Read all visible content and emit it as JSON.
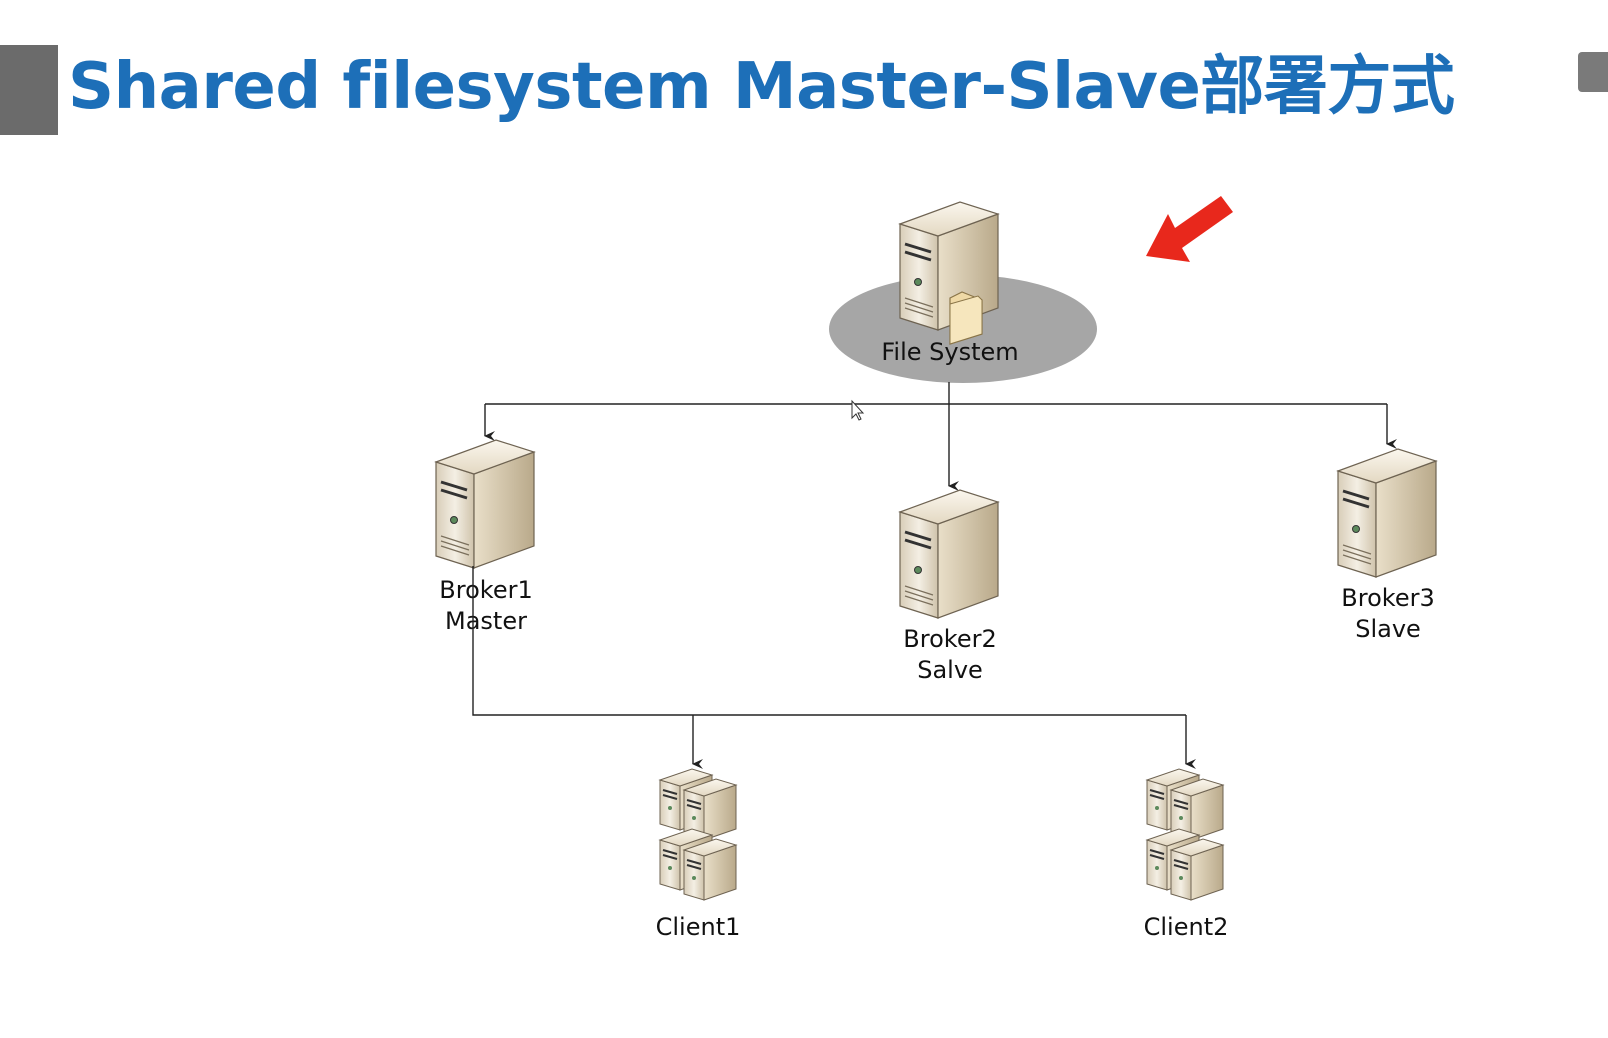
{
  "slide": {
    "title": "Shared filesystem Master-Slave部署方式"
  },
  "diagram": {
    "file_system": {
      "label": "File System"
    },
    "brokers": [
      {
        "line1": "Broker1",
        "line2": "Master"
      },
      {
        "line1": "Broker2",
        "line2": "Salve"
      },
      {
        "line1": "Broker3",
        "line2": "Slave"
      }
    ],
    "clients": [
      {
        "label": "Client1"
      },
      {
        "label": "Client2"
      }
    ],
    "colors": {
      "title": "#1d6fb8",
      "arrow_highlight": "#e8281c",
      "ellipse": "#a6a6a6",
      "line": "#222222"
    }
  }
}
